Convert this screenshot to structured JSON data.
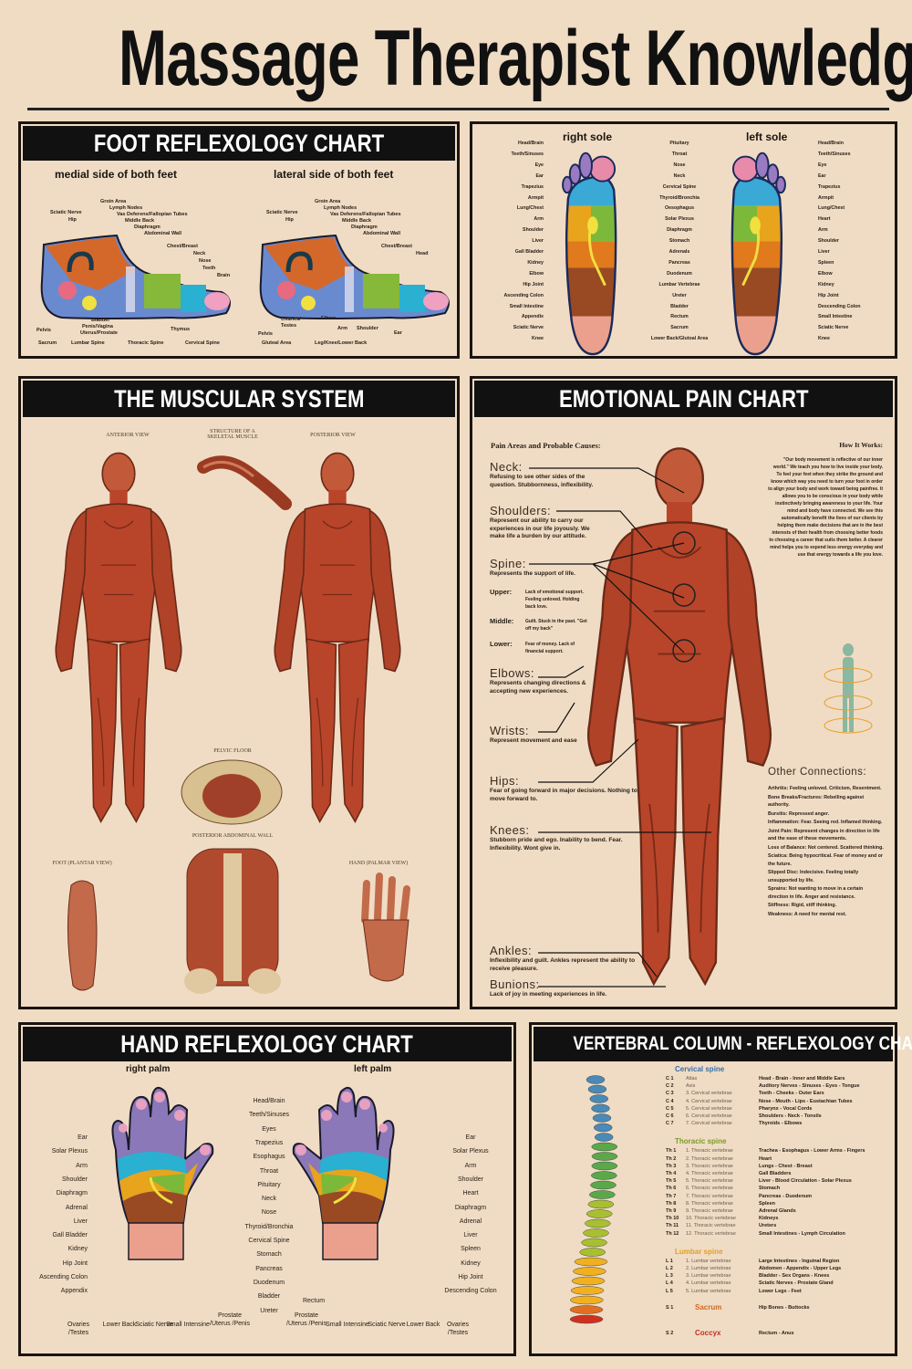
{
  "title": "Massage Therapist Knowledge",
  "colors": {
    "background": "#efdcc3",
    "header": "#111111",
    "muscle": "#b8452a",
    "cervical": "#3a6ea8",
    "thoracic": "#7a9a2a",
    "lumbar": "#e0a020",
    "sacrum": "#d06a20",
    "coccyx": "#c03020"
  },
  "foot_reflexology": {
    "header": "FOOT REFLEXOLOGY CHART",
    "medial_title": "medial side of both feet",
    "lateral_title": "lateral side of both feet",
    "medial_labels": [
      "Groin Area",
      "Lymph Nodes",
      "Vas Deferens/Fallopian Tubes",
      "Middle Back",
      "Diaphragm",
      "Abdominal Wall",
      "Chest/Breast",
      "Neck",
      "Nose",
      "Teeth",
      "Brain",
      "Sciatic Nerve",
      "Hip",
      "Bladder",
      "Penis/Vagina",
      "Uterus/Prostate",
      "Pelvis",
      "Sacrum",
      "Lumbar Spine",
      "Thoracic Spine",
      "Thymus",
      "Cervical Spine"
    ],
    "lateral_labels": [
      "Groin Area",
      "Lymph Nodes",
      "Vas Deferens/Fallopian Tubes",
      "Middle Back",
      "Diaphragm",
      "Abdominal Wall",
      "Chest/Breast",
      "Head",
      "Sciatic Nerve",
      "Hip",
      "Ovaries/",
      "Testes",
      "Elbow",
      "Arm",
      "Shoulder",
      "Ear",
      "Pelvis",
      "Gluteal Area",
      "Leg/Knee/Lower Back"
    ]
  },
  "soles": {
    "right_title": "right sole",
    "left_title": "left sole",
    "right_labels": [
      "Head/Brain",
      "Teeth/Sinuses",
      "Eye",
      "Ear",
      "Trapezius",
      "Armpit",
      "Lung/Chest",
      "Arm",
      "Shoulder",
      "Liver",
      "Gall Bladder",
      "Kidney",
      "Elbow",
      "Hip Joint",
      "Ascending Colon",
      "Small Intestine",
      "Appendix",
      "Sciatic Nerve",
      "Knee"
    ],
    "center_labels": [
      "Pituitary",
      "Throat",
      "Nose",
      "Neck",
      "Cervical Spine",
      "Thyroid/Bronchia",
      "Oesophagus",
      "Solar Plexus",
      "Diaphragm",
      "Stomach",
      "Adrenals",
      "Pancreas",
      "Duodenum",
      "Lumbar Vertebrae",
      "Ureter",
      "Bladder",
      "Rectum",
      "Sacrum",
      "Lower Back/Glutoal Area"
    ],
    "left_labels": [
      "Head/Brain",
      "Teeth/Sinuses",
      "Eye",
      "Ear",
      "Trapezius",
      "Armpit",
      "Lung/Chest",
      "Heart",
      "Arm",
      "Shoulder",
      "Liver",
      "Spleen",
      "Elbow",
      "Kidney",
      "Hip Joint",
      "Descending Colon",
      "Small Intestine",
      "Sciatic Nerve",
      "Knee"
    ]
  },
  "muscular": {
    "header": "THE MUSCULAR SYSTEM",
    "captions": [
      "ANTERIOR VIEW",
      "STRUCTURE OF A SKELETAL MUSCLE",
      "POSTERIOR VIEW",
      "PELVIC FLOOR",
      "POSTERIOR ABDOMINAL WALL",
      "FOOT (PLANTAR VIEW)",
      "HAND (PALMAR VIEW)"
    ]
  },
  "emotional": {
    "header": "EMOTIONAL PAIN CHART",
    "intro": "Pain Areas and Probable Causes:",
    "areas": [
      {
        "name": "Neck:",
        "text": "Refusing to see other sides of the question. Stubbornness, inflexibility."
      },
      {
        "name": "Shoulders:",
        "text": "Represent our ability to carry our experiences in our life joyously. We make life a burden by our attitude."
      },
      {
        "name": "Spine:",
        "text": "Represents the support of life."
      },
      {
        "name": "Elbows:",
        "text": "Represents changing directions & accepting new experiences."
      },
      {
        "name": "Wrists:",
        "text": "Represent movement and ease"
      },
      {
        "name": "Hips:",
        "text": "Fear of going forward in major decisions. Nothing to move forward to."
      },
      {
        "name": "Knees:",
        "text": "Stubborn pride and ego. Inability to bend. Fear. Inflexibility. Wont give in."
      },
      {
        "name": "Ankles:",
        "text": "Inflexibility and guilt. Ankles represent the ability to receive pleasure."
      },
      {
        "name": "Bunions:",
        "text": "Lack of joy in meeting experiences in life."
      }
    ],
    "spine_sub": [
      {
        "name": "Upper:",
        "text": "Lack of emotional support. Feeling unloved. Holding back love."
      },
      {
        "name": "Middle:",
        "text": "Guilt. Stuck in the past. \"Get off my back\""
      },
      {
        "name": "Lower:",
        "text": "Fear of money. Lack of financial support."
      }
    ],
    "how_title": "How It Works:",
    "how_text": "\"Our body movement is reflective of our inner world.\" We teach you how to live inside your body. To feel your feet when they strike the ground and know which way you need to turn your foot in order to align your body and work toward being painfree. It allows you to be conscious in your body while instinctively bringing awareness to your life. Your mind and body have connected. We see this automatically benefit the lives of our clients by helping them make decisions that are in the best interests of their health from choosing better foods to choosing a career that suits them better. A clearer mind helps you to expend less energy everyday and use that energy towards a life you love.",
    "other_title": "Other Connections:",
    "other": [
      "Arthritis: Feeling unloved. Criticism, Resentment.",
      "Bone Breaks/Fractures: Rebelling against authority.",
      "Bursitis: Repressed anger.",
      "Inflammation: Fear. Seeing red. Inflamed thinking.",
      "Joint Pain: Represent changes in direction in life and the ease of these movements.",
      "Loss of Balance: Not centered. Scattered thinking.",
      "Sciatica: Being hypocritical. Fear of money and or the future.",
      "Slipped Disc: Indecisive. Feeling totally unsupported by life.",
      "Sprains: Not wanting to move in a certain direction in life. Anger and resistance.",
      "Stiffness: Rigid, stiff thinking.",
      "Weakness: A need for mental rest."
    ]
  },
  "hand_reflexology": {
    "header": "HAND REFLEXOLOGY CHART",
    "right_title": "right palm",
    "left_title": "left palm",
    "right_labels": [
      "Ear",
      "Solar Plexus",
      "Arm",
      "Shoulder",
      "Diaphragm",
      "Adrenal",
      "Liver",
      "Gall Bladder",
      "Kidney",
      "Hip Joint",
      "Ascending Colon",
      "Appendix"
    ],
    "center_labels": [
      "Head/Brain",
      "Teeth/Sinuses",
      "Eyes",
      "Trapezius",
      "Esophagus",
      "Throat",
      "Pituitary",
      "Neck",
      "Nose",
      "Thyroid/Bronchia",
      "Cervical Spine",
      "Stomach",
      "Pancreas",
      "Duodenum",
      "Bladder",
      "Ureter"
    ],
    "left_labels": [
      "Ear",
      "Solar Plexus",
      "Arm",
      "Shoulder",
      "Heart",
      "Diaphragm",
      "Adrenal",
      "Liver",
      "Spleen",
      "Kidney",
      "Hip Joint",
      "Descending Colon"
    ],
    "bottom_right": [
      "Ovaries /Testes",
      "Lower Back",
      "Sciatic Nerve",
      "Small Intensine",
      "Prostate /Uterus /Penis"
    ],
    "bottom_left": [
      "Rectum",
      "Prostate /Uterus /Penis",
      "Small Intensine",
      "Sciatic Nerve",
      "Lower Back",
      "Ovaries /Testes"
    ]
  },
  "vertebral": {
    "header": "VERTEBRAL COLUMN - REFLEXOLOGY CHART",
    "sections": [
      {
        "title": "Cervical spine",
        "rows": [
          [
            "C 1",
            "Atlas",
            "Head - Brain - Inner and Middle Ears"
          ],
          [
            "C 2",
            "Axis",
            "Auditory Nerves - Sinuses - Eyes - Tongue"
          ],
          [
            "C 3",
            "3. Cervical vertebrae",
            "Teeth - Cheeks - Outer Ears"
          ],
          [
            "C 4",
            "4. Cervical vertebrae",
            "Nose - Mouth - Lips - Eustachian Tubes"
          ],
          [
            "C 5",
            "5. Cervical vertebrae",
            "Pharynx - Vocal Cords"
          ],
          [
            "C 6",
            "6. Cervical vertebrae",
            "Shoulders - Neck - Tonsils"
          ],
          [
            "C 7",
            "7. Cervical vertebrae",
            "Thyroids - Elbows"
          ]
        ]
      },
      {
        "title": "Thoracic spine",
        "rows": [
          [
            "Th 1",
            "1. Thoracic vertebrae",
            "Trachea - Esophagus - Lower Arms - Fingers"
          ],
          [
            "Th 2",
            "2. Thoracic vertebrae",
            "Heart"
          ],
          [
            "Th 3",
            "3. Thoracic vertebrae",
            "Lungs - Chest - Breast"
          ],
          [
            "Th 4",
            "4. Thoracic vertebrae",
            "Gall Bladders"
          ],
          [
            "Th 5",
            "5. Thoracic vertebrae",
            "Liver - Blood Circulation - Solar Plexus"
          ],
          [
            "Th 6",
            "6. Thoracic vertebrae",
            "Stomach"
          ],
          [
            "Th 7",
            "7. Thoracic vertebrae",
            "Pancreas - Duodenum"
          ],
          [
            "Th 8",
            "8. Thoracic vertebrae",
            "Spleen"
          ],
          [
            "Th 9",
            "9. Thoracic vertebrae",
            "Adrenal Glands"
          ],
          [
            "Th 10",
            "10. Thoracic vertebrae",
            "Kidneys"
          ],
          [
            "Th 11",
            "11. Thoracic vertebrae",
            "Ureters"
          ],
          [
            "Th 12",
            "12. Thoracic vertebrae",
            "Small Intestines - Lymph Circulation"
          ]
        ]
      },
      {
        "title": "Lumbar spine",
        "rows": [
          [
            "L 1",
            "1. Lumbar vertebrae",
            "Large Intestines - Inguinal Region"
          ],
          [
            "L 2",
            "2. Lumbar vertebrae",
            "Abdomen - Appendix - Upper Legs"
          ],
          [
            "L 3",
            "3. Lumbar vertebrae",
            "Bladder - Sex Organs - Knees"
          ],
          [
            "L 4",
            "4. Lumbar vertebrae",
            "Sciatic Nerves - Prostate Gland"
          ],
          [
            "L 5",
            "5. Lumbar vertebrae",
            "Lower Legs - Feet"
          ]
        ]
      },
      {
        "title": "Sacrum",
        "rows": [
          [
            "S 1",
            "",
            "Hip Bones - Buttocks"
          ]
        ]
      },
      {
        "title": "Coccyx",
        "rows": [
          [
            "S 2",
            "",
            "Rectum - Anus"
          ]
        ]
      }
    ]
  }
}
